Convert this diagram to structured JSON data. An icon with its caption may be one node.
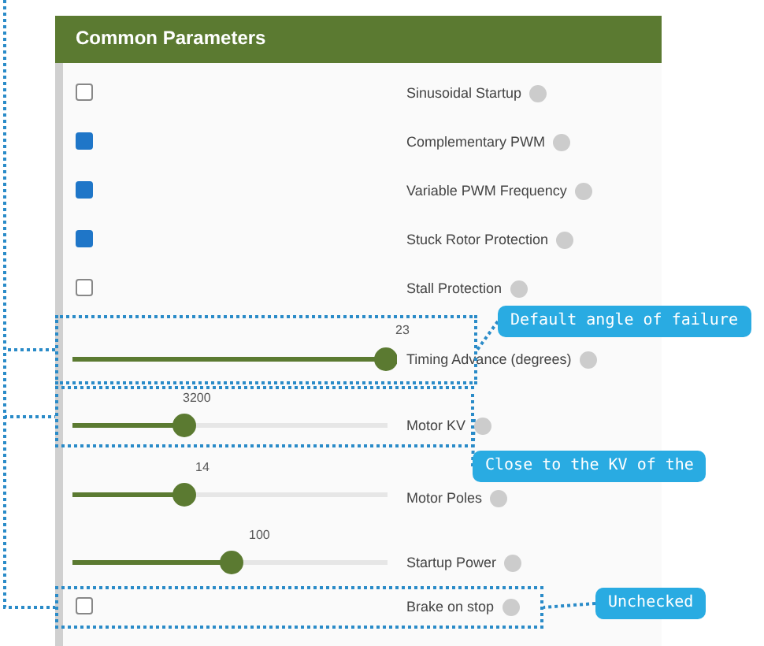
{
  "diagram": {
    "nodes": [
      {
        "text": [],
        "shape": "box"
      },
      {
        "text": [],
        "shape": "box"
      },
      {
        "text": [],
        "shape": "box"
      },
      {
        "text": [
          "Default angle of failure"
        ]
      },
      {
        "text": [
          "Close to the KV of the"
        ]
      },
      {
        "text": [
          "Unchecked"
        ]
      }
    ],
    "edges": [
      {
        "from": 3,
        "to": 0,
        "arrow": "none",
        "style": "dashed"
      },
      {
        "from": 4,
        "to": 1,
        "arrow": "none",
        "style": "dashed"
      },
      {
        "from": 5,
        "to": 2,
        "arrow": "none",
        "style": "dashed"
      },
      {
        "from": null,
        "to": 0,
        "arrow": "none",
        "style": "dashed"
      },
      {
        "from": null,
        "to": 1,
        "arrow": "none",
        "style": "dashed"
      },
      {
        "from": null,
        "to": 2,
        "arrow": "none",
        "style": "dashed"
      }
    ],
    "labels": [
      "Common Parameters",
      "Sinusoidal Startup",
      "Complementary PWM",
      "Variable PWM Frequency",
      "Stuck Rotor Protection",
      "Stall Protection",
      "23",
      "Timing Advance (degrees)",
      "3200",
      "Motor KV",
      "14",
      "Motor Poles",
      "100",
      "Startup Power",
      "Brake on stop"
    ]
  }
}
